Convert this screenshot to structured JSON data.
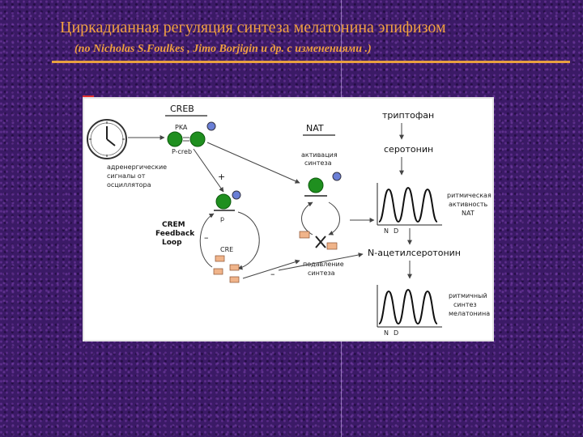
{
  "slide": {
    "title": "Циркадианная регуляция синтеза мелатонина эпифизом",
    "subtitle": "(по Nicholas S.Foulkes , Jimo Borjigin и др. с изменениями .)"
  },
  "diagram": {
    "creb": "CREB",
    "pka": "PKA",
    "p_creb": "P-creb",
    "plus": "+",
    "minus1": "–",
    "minus2": "–",
    "adrenergic": [
      "адренергические",
      "сигналы от",
      "осциллятора"
    ],
    "p_label": "p",
    "cre": "CRE",
    "crem_loop": [
      "CREM",
      "Feedback",
      "Loop"
    ],
    "nat": "NAT",
    "nat_activation": [
      "активация",
      "синтеза"
    ],
    "suppression": [
      "подавление",
      "синтеза"
    ],
    "tryptophan": "триптофан",
    "serotonin": "серотонин",
    "n_acetylserotonin": "N-ацетилсеротонин",
    "rhythmic_activity": [
      "ритмическая",
      "активность",
      "NAT"
    ],
    "rhythmic_synthesis": [
      "ритмичный",
      "синтез",
      "мелатонина"
    ],
    "axis_n": "N",
    "axis_d": "D"
  },
  "colors": {
    "background": "#3b1a66",
    "title": "#f0a040",
    "node_green": "#1f8f1f",
    "node_blue": "#6a7fd6",
    "element_orange": "#f0b48a"
  }
}
